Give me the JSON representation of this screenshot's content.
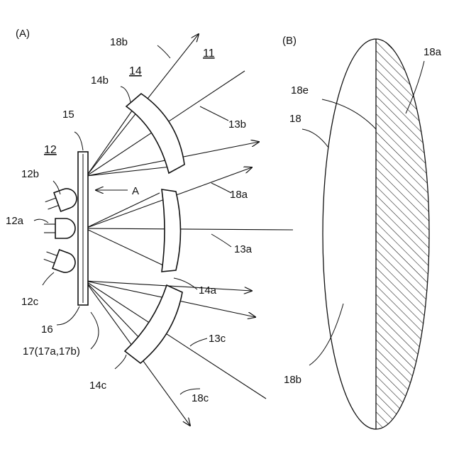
{
  "panels": {
    "a": "(A)",
    "b": "(B)"
  },
  "labels": {
    "ref_11": "11",
    "ref_12": "12",
    "ref_12a": "12a",
    "ref_12b": "12b",
    "ref_12c": "12c",
    "ref_13a": "13a",
    "ref_13b": "13b",
    "ref_13c": "13c",
    "ref_14": "14",
    "ref_14a": "14a",
    "ref_14b": "14b",
    "ref_14c": "14c",
    "ref_15": "15",
    "ref_16": "16",
    "ref_17": "17(17a,17b)",
    "ref_18a_a": "18a",
    "ref_18b_a": "18b",
    "ref_18c": "18c",
    "arrow_A": "A",
    "ref_18": "18",
    "ref_18a_b": "18a",
    "ref_18b_b": "18b",
    "ref_18e": "18e"
  }
}
